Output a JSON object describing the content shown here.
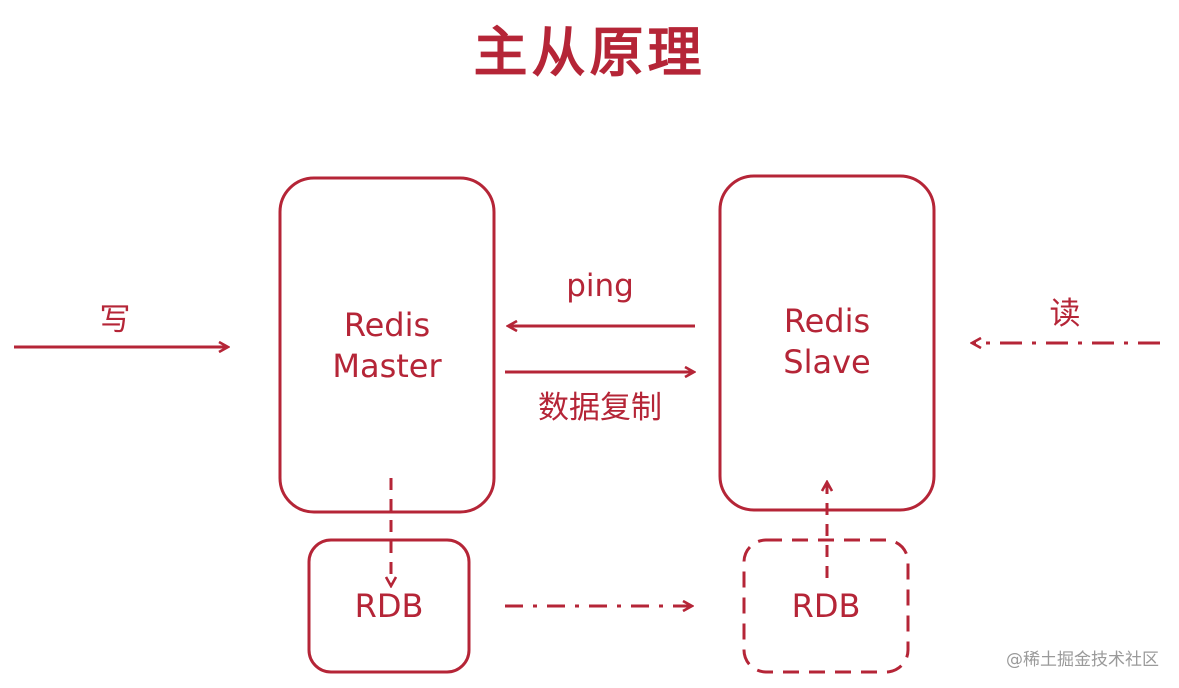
{
  "title": "主从原理",
  "master": {
    "line1": "Redis",
    "line2": "Master"
  },
  "slave": {
    "line1": "Redis",
    "line2": "Slave"
  },
  "master_rdb": "RDB",
  "slave_rdb": "RDB",
  "edges": {
    "write": "写",
    "read": "读",
    "ping": "ping",
    "replication": "数据复制"
  },
  "watermark": "@稀土掘金技术社区",
  "colors": {
    "accent": "#b52537",
    "watermark": "#9a9a9a",
    "background": "#ffffff"
  }
}
